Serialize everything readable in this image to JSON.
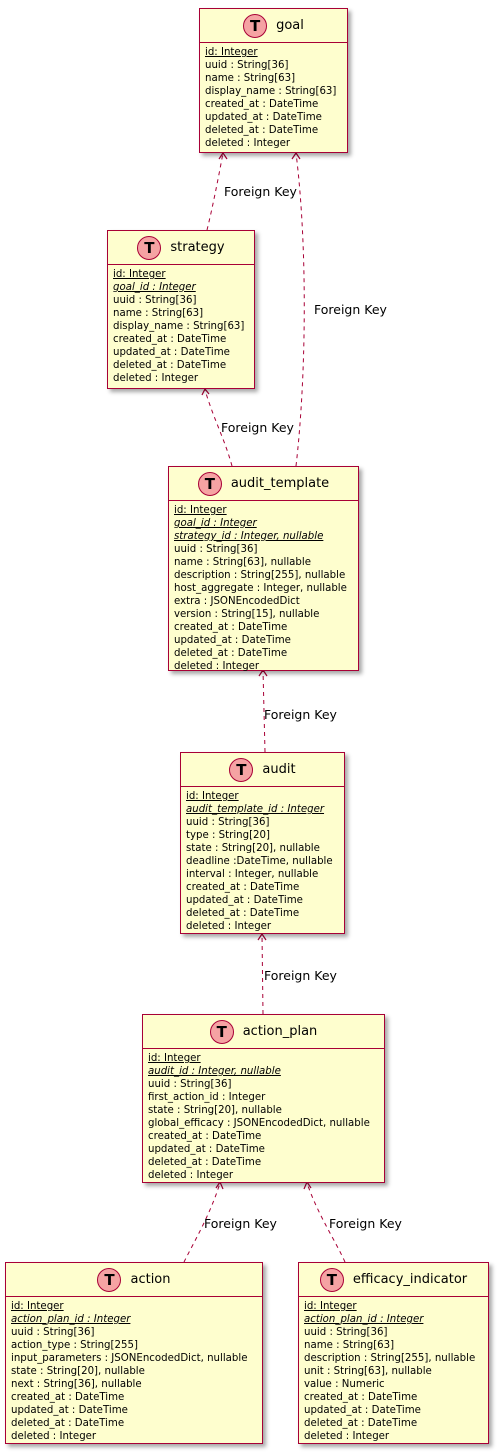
{
  "entities": {
    "goal": {
      "name": "goal",
      "badge": "T",
      "fields": [
        {
          "text": "id: Integer",
          "kind": "pk"
        },
        {
          "text": "uuid : String[36]",
          "kind": "plain"
        },
        {
          "text": "name : String[63]",
          "kind": "plain"
        },
        {
          "text": "display_name : String[63]",
          "kind": "plain"
        },
        {
          "text": "created_at : DateTime",
          "kind": "plain"
        },
        {
          "text": "updated_at : DateTime",
          "kind": "plain"
        },
        {
          "text": "deleted_at : DateTime",
          "kind": "plain"
        },
        {
          "text": "deleted : Integer",
          "kind": "plain"
        }
      ]
    },
    "strategy": {
      "name": "strategy",
      "badge": "T",
      "fields": [
        {
          "text": "id: Integer",
          "kind": "pk"
        },
        {
          "text": "goal_id : Integer",
          "kind": "fk"
        },
        {
          "text": "uuid : String[36]",
          "kind": "plain"
        },
        {
          "text": "name : String[63]",
          "kind": "plain"
        },
        {
          "text": "display_name : String[63]",
          "kind": "plain"
        },
        {
          "text": "created_at : DateTime",
          "kind": "plain"
        },
        {
          "text": "updated_at : DateTime",
          "kind": "plain"
        },
        {
          "text": "deleted_at : DateTime",
          "kind": "plain"
        },
        {
          "text": "deleted : Integer",
          "kind": "plain"
        }
      ]
    },
    "audit_template": {
      "name": "audit_template",
      "badge": "T",
      "fields": [
        {
          "text": "id: Integer",
          "kind": "pk"
        },
        {
          "text": "goal_id : Integer",
          "kind": "fk"
        },
        {
          "text": "strategy_id : Integer, nullable",
          "kind": "fk"
        },
        {
          "text": "uuid : String[36]",
          "kind": "plain"
        },
        {
          "text": "name : String[63], nullable",
          "kind": "plain"
        },
        {
          "text": "description : String[255], nullable",
          "kind": "plain"
        },
        {
          "text": "host_aggregate : Integer, nullable",
          "kind": "plain"
        },
        {
          "text": "extra : JSONEncodedDict",
          "kind": "plain"
        },
        {
          "text": "version : String[15], nullable",
          "kind": "plain"
        },
        {
          "text": "created_at : DateTime",
          "kind": "plain"
        },
        {
          "text": "updated_at : DateTime",
          "kind": "plain"
        },
        {
          "text": "deleted_at : DateTime",
          "kind": "plain"
        },
        {
          "text": "deleted : Integer",
          "kind": "plain"
        }
      ]
    },
    "audit": {
      "name": "audit",
      "badge": "T",
      "fields": [
        {
          "text": "id: Integer",
          "kind": "pk"
        },
        {
          "text": "audit_template_id : Integer",
          "kind": "fk"
        },
        {
          "text": "uuid : String[36]",
          "kind": "plain"
        },
        {
          "text": "type : String[20]",
          "kind": "plain"
        },
        {
          "text": "state : String[20], nullable",
          "kind": "plain"
        },
        {
          "text": "deadline  :DateTime, nullable",
          "kind": "plain"
        },
        {
          "text": "interval : Integer, nullable",
          "kind": "plain"
        },
        {
          "text": "created_at : DateTime",
          "kind": "plain"
        },
        {
          "text": "updated_at : DateTime",
          "kind": "plain"
        },
        {
          "text": "deleted_at : DateTime",
          "kind": "plain"
        },
        {
          "text": "deleted : Integer",
          "kind": "plain"
        }
      ]
    },
    "action_plan": {
      "name": "action_plan",
      "badge": "T",
      "fields": [
        {
          "text": "id: Integer",
          "kind": "pk"
        },
        {
          "text": "audit_id : Integer, nullable",
          "kind": "fk"
        },
        {
          "text": "uuid : String[36]",
          "kind": "plain"
        },
        {
          "text": "first_action_id : Integer",
          "kind": "plain"
        },
        {
          "text": "state : String[20], nullable",
          "kind": "plain"
        },
        {
          "text": "global_efficacy : JSONEncodedDict, nullable",
          "kind": "plain"
        },
        {
          "text": "created_at : DateTime",
          "kind": "plain"
        },
        {
          "text": "updated_at : DateTime",
          "kind": "plain"
        },
        {
          "text": "deleted_at : DateTime",
          "kind": "plain"
        },
        {
          "text": "deleted : Integer",
          "kind": "plain"
        }
      ]
    },
    "action": {
      "name": "action",
      "badge": "T",
      "fields": [
        {
          "text": "id: Integer",
          "kind": "pk"
        },
        {
          "text": "action_plan_id : Integer",
          "kind": "fk"
        },
        {
          "text": "uuid : String[36]",
          "kind": "plain"
        },
        {
          "text": "action_type : String[255]",
          "kind": "plain"
        },
        {
          "text": "input_parameters : JSONEncodedDict, nullable",
          "kind": "plain"
        },
        {
          "text": "state : String[20], nullable",
          "kind": "plain"
        },
        {
          "text": "next : String[36], nullable",
          "kind": "plain"
        },
        {
          "text": "created_at : DateTime",
          "kind": "plain"
        },
        {
          "text": "updated_at : DateTime",
          "kind": "plain"
        },
        {
          "text": "deleted_at : DateTime",
          "kind": "plain"
        },
        {
          "text": "deleted : Integer",
          "kind": "plain"
        }
      ]
    },
    "efficacy_indicator": {
      "name": "efficacy_indicator",
      "badge": "T",
      "fields": [
        {
          "text": "id: Integer",
          "kind": "pk"
        },
        {
          "text": "action_plan_id : Integer",
          "kind": "fk"
        },
        {
          "text": "uuid : String[36]",
          "kind": "plain"
        },
        {
          "text": "name : String[63]",
          "kind": "plain"
        },
        {
          "text": "description : String[255], nullable",
          "kind": "plain"
        },
        {
          "text": "unit : String[63], nullable",
          "kind": "plain"
        },
        {
          "text": "value : Numeric",
          "kind": "plain"
        },
        {
          "text": "created_at : DateTime",
          "kind": "plain"
        },
        {
          "text": "updated_at : DateTime",
          "kind": "plain"
        },
        {
          "text": "deleted_at : DateTime",
          "kind": "plain"
        },
        {
          "text": "deleted : Integer",
          "kind": "plain"
        }
      ]
    }
  },
  "relations": [
    {
      "from": "strategy",
      "to": "goal",
      "label": "Foreign Key"
    },
    {
      "from": "audit_template",
      "to": "goal",
      "label": "Foreign Key"
    },
    {
      "from": "audit_template",
      "to": "strategy",
      "label": "Foreign Key"
    },
    {
      "from": "audit",
      "to": "audit_template",
      "label": "Foreign Key"
    },
    {
      "from": "action_plan",
      "to": "audit",
      "label": "Foreign Key"
    },
    {
      "from": "action",
      "to": "action_plan",
      "label": "Foreign Key"
    },
    {
      "from": "efficacy_indicator",
      "to": "action_plan",
      "label": "Foreign Key"
    }
  ],
  "colors": {
    "entity_fill": "#FEFECE",
    "border": "#A80036",
    "badge_fill": "#F5A3A3",
    "edge": "#A80036"
  }
}
